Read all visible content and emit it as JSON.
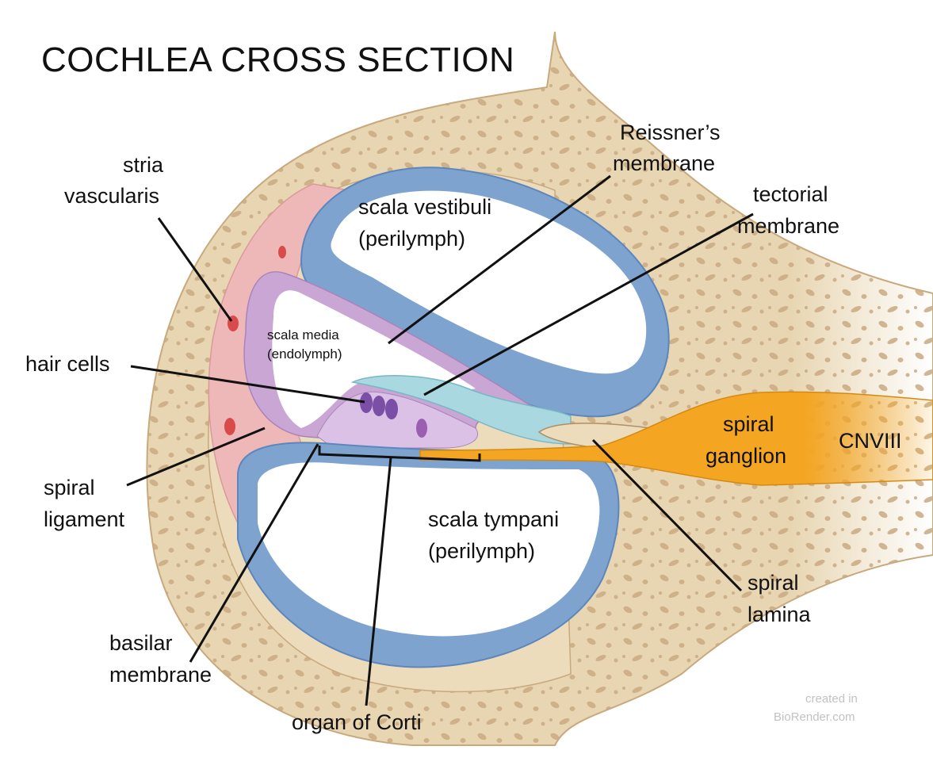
{
  "title": "COCHLEA CROSS SECTION",
  "labels": {
    "stria_vascularis": [
      "stria",
      "vascularis"
    ],
    "reissners_membrane": [
      "Reissner’s",
      "membrane"
    ],
    "tectorial_membrane": [
      "tectorial",
      "membrane"
    ],
    "scala_vestibuli": [
      "scala vestibuli",
      "(perilymph)"
    ],
    "scala_media": [
      "scala media",
      "(endolymph)"
    ],
    "hair_cells": "hair cells",
    "spiral_ligament": [
      "spiral",
      "ligament"
    ],
    "spiral_ganglion": [
      "spiral",
      "ganglion"
    ],
    "cnviii": "CNVIII",
    "scala_tympani": [
      "scala tympani",
      "(perilymph)"
    ],
    "spiral_lamina": [
      "spiral",
      "lamina"
    ],
    "basilar_membrane": [
      "basilar",
      "membrane"
    ],
    "organ_of_corti": "organ of Corti"
  },
  "watermark": [
    "created in",
    "BioRender.com"
  ],
  "colors": {
    "bone": "#e8d6b2",
    "bone_spot": "#c9a982",
    "ligament_pink": "#efb8b8",
    "duct_purple": "#c9a6d4",
    "membrane_blue": "#7fa3cf",
    "tectorial": "#a9d8e0",
    "nerve_orange": "#f4a522"
  }
}
